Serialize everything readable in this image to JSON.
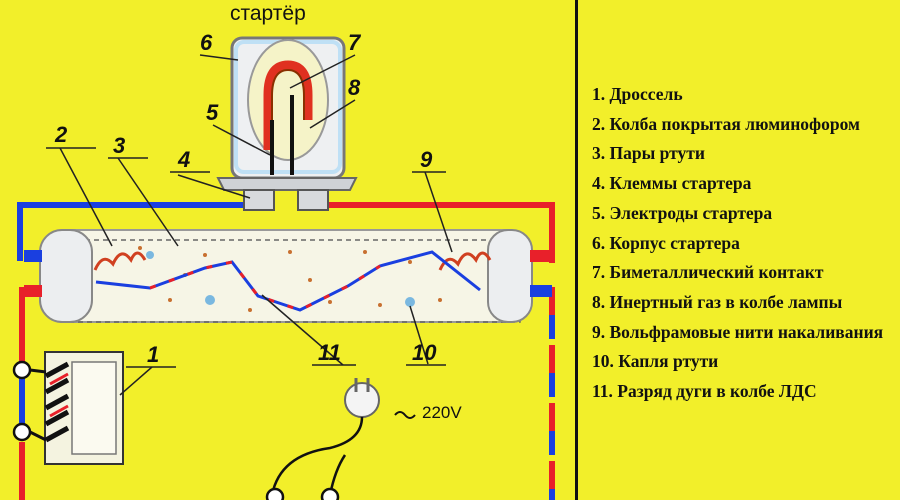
{
  "diagram": {
    "title": "стартёр",
    "voltage": "220V",
    "callouts": [
      {
        "id": "callout-1",
        "text": "1"
      },
      {
        "id": "callout-2",
        "text": "2"
      },
      {
        "id": "callout-3",
        "text": "3"
      },
      {
        "id": "callout-4",
        "text": "4"
      },
      {
        "id": "callout-5",
        "text": "5"
      },
      {
        "id": "callout-6",
        "text": "6"
      },
      {
        "id": "callout-7",
        "text": "7"
      },
      {
        "id": "callout-8",
        "text": "8"
      },
      {
        "id": "callout-9",
        "text": "9"
      },
      {
        "id": "callout-10",
        "text": "10"
      },
      {
        "id": "callout-11",
        "text": "11"
      }
    ]
  },
  "legend": {
    "items": [
      "1.  Дроссель",
      "2. Колба покрытая люминофором",
      "3. Пары ртути",
      "4. Клеммы стартера",
      "5. Электроды стартера",
      "6. Корпус стартера",
      "7. Биметаллический контакт",
      "8. Инертный газ в колбе лампы",
      "9. Вольфрамовые нити накаливания",
      "10. Капля ртути",
      "11. Разряд дуги в колбе ЛДС"
    ]
  },
  "colors": {
    "background": "#f2ef2a",
    "wire_red": "#e8202a",
    "wire_blue": "#1a3fe0",
    "outline": "#111111"
  }
}
